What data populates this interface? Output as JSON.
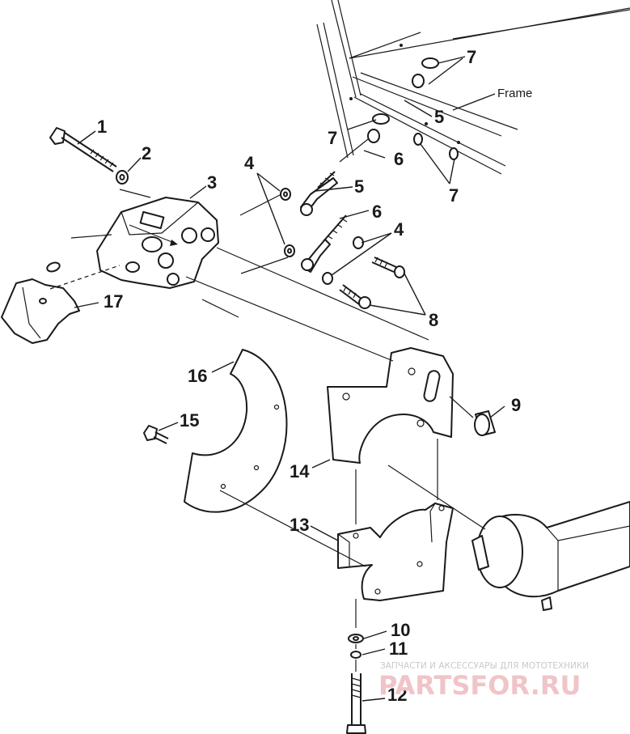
{
  "diagram": {
    "frame_label": "Frame",
    "callouts": [
      {
        "id": "c1",
        "text": "1"
      },
      {
        "id": "c2",
        "text": "2"
      },
      {
        "id": "c3",
        "text": "3"
      },
      {
        "id": "c4a",
        "text": "4"
      },
      {
        "id": "c4b",
        "text": "4"
      },
      {
        "id": "c5a",
        "text": "5"
      },
      {
        "id": "c5b",
        "text": "5"
      },
      {
        "id": "c6a",
        "text": "6"
      },
      {
        "id": "c6b",
        "text": "6"
      },
      {
        "id": "c7a",
        "text": "7"
      },
      {
        "id": "c7b",
        "text": "7"
      },
      {
        "id": "c7c",
        "text": "7"
      },
      {
        "id": "c8",
        "text": "8"
      },
      {
        "id": "c9",
        "text": "9"
      },
      {
        "id": "c10",
        "text": "10"
      },
      {
        "id": "c11",
        "text": "11"
      },
      {
        "id": "c12",
        "text": "12"
      },
      {
        "id": "c13",
        "text": "13"
      },
      {
        "id": "c14",
        "text": "14"
      },
      {
        "id": "c15",
        "text": "15"
      },
      {
        "id": "c16",
        "text": "16"
      },
      {
        "id": "c17",
        "text": "17"
      }
    ]
  },
  "watermark": {
    "tagline": "ЗАПЧАСТИ И АКСЕССУАРЫ ДЛЯ МОТОТЕХНИКИ",
    "logo_text": "PARTSFOR.RU",
    "color": "#f0c4c8"
  }
}
